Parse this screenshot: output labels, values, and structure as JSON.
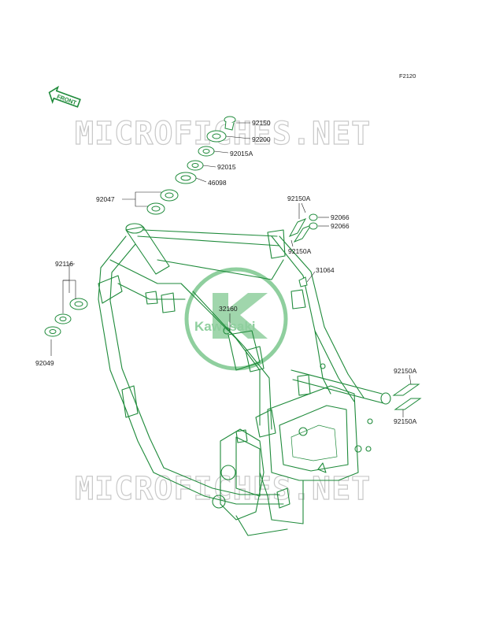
{
  "diagram": {
    "figure_code": "F2120",
    "front_arrow": {
      "label": "FRONT"
    },
    "brand_logo": {
      "text": "Kawasaki"
    },
    "watermark": {
      "text": "MICROFICHES.NET"
    },
    "part_labels": [
      {
        "id": "p92150_top",
        "text": "92150"
      },
      {
        "id": "p92200",
        "text": "92200"
      },
      {
        "id": "p92015A",
        "text": "92015A"
      },
      {
        "id": "p92015",
        "text": "92015"
      },
      {
        "id": "p46098",
        "text": "46098"
      },
      {
        "id": "p92047",
        "text": "92047"
      },
      {
        "id": "p92150A_a",
        "text": "92150A"
      },
      {
        "id": "p92066_a",
        "text": "92066"
      },
      {
        "id": "p92066_b",
        "text": "92066"
      },
      {
        "id": "p92150A_b",
        "text": "92150A"
      },
      {
        "id": "p31064",
        "text": "31064"
      },
      {
        "id": "p92116",
        "text": "92116"
      },
      {
        "id": "p32160",
        "text": "32160"
      },
      {
        "id": "p92049",
        "text": "92049"
      },
      {
        "id": "p92150A_c",
        "text": "92150A"
      },
      {
        "id": "p92150A_d",
        "text": "92150A"
      }
    ],
    "colors": {
      "line_art": "#1e8a3a",
      "logo": "#8fcf9e",
      "watermark": "#c9c9c9",
      "text": "#1a1a1a"
    }
  }
}
